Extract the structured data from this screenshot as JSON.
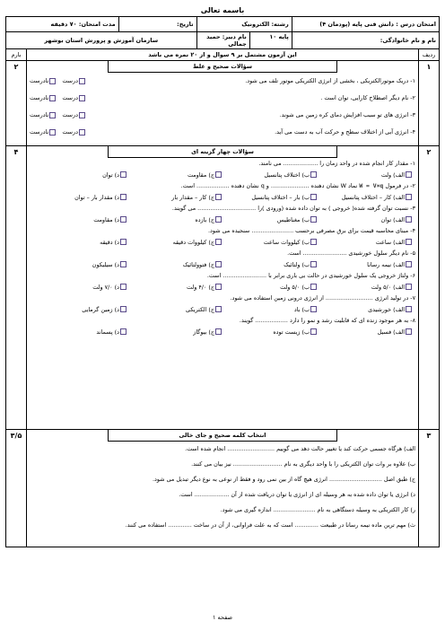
{
  "header": {
    "bismillah": "باسمه تعالی",
    "exam_title": "امتحان درس : دانش فنی پایه (پودمان ۴)",
    "field": "رشته: الکترونیک",
    "date": "تاریخ:",
    "duration": "مدت امتحان: ۷۰ دقیقه",
    "student_name": "نام و نام خانوادگی:",
    "grade": "پایه ۱۰",
    "teacher": "نام دبیر: حمید جمالی",
    "organization": "سازمان آموزش و پرورش استان بوشهر"
  },
  "instructions": {
    "row_label": "ردیف",
    "text": "این آزمون مشتمل بر ۹ سوال و از ۲۰ نمره می باشد",
    "score_label": "بارم"
  },
  "tf_labels": {
    "true": "درست",
    "false": "نادرست"
  },
  "section1": {
    "num": "۱",
    "score": "۲",
    "title": "سؤالات صحیح و غلط",
    "items": [
      "۱- دریک موتورالکتریکی ، بخشی از انرژی الکتریکی موتور تلف می شود.",
      "۲- نام دیگر اصطلاح کارایی، توان است .",
      "۳- انرژی های تو سبب افزایش دمای کره زمین می شوند.",
      "۴- انرژی آبی از اختلاف سطح و حرکت آب به دست می آید."
    ]
  },
  "section2": {
    "num": "۲",
    "score": "۴",
    "title": "سؤالات چهار گزینه ای",
    "items": [
      {
        "q": "۱- مقدار کار انجام شده در واحد زمان را ................... می نامند.",
        "opts": [
          "الف) ولت",
          "ب) اختلاف پتانسیل",
          "ج) مقاومت",
          "د) توان"
        ]
      },
      {
        "q": "۲- در فرمول",
        "formula": "W = V×q",
        "q2": "نماد W نشان دهنده ..................... و q نشان دهنده .................. است.",
        "opts": [
          "الف) کار – اختلاف پتانسیل",
          "ب) بار – اختلاف پتانسیل",
          "ج) کار – مقدار بار",
          "د) مقدار بار – توان"
        ]
      },
      {
        "q": "۳- نسبت توان گرفته شده( خروجی ) به توان داده شده (ورودی )را ................................ می گویند.",
        "opts": [
          "الف) توان",
          "ب) مغناطیس",
          "ج) بازده",
          "د) مقاومت"
        ]
      },
      {
        "q": "۴- مبنای محاسبه قیمت برای برق مصرفی برحسب ....................... سنجیده می شود.",
        "opts": [
          "الف) ساعت",
          "ب) کیلووات ساعت",
          "ج) کیلووات دقیقه",
          "د) دقیقه"
        ]
      },
      {
        "q": "۵- نام دیگر سلول خورشیدی ........................ است.",
        "opts": [
          "الف) نیمه رسانا",
          "ب) ولتائیک",
          "ج) فتوولتائیک",
          "د) سیلیکون"
        ]
      },
      {
        "q": "۶- ولتاژ خروجی یک سلول خورشیدی در حالت بی باری برابر با ........................ است.",
        "opts": [
          "الف) ۵/۰ ولت",
          "ب) ۵/۰ ولت",
          "ج) ۴/۰ ولت",
          "د) ۷/۰ ولت"
        ]
      },
      {
        "q": "۷- در تولید انرژی .......................... از انرژی درونی زمین استفاده می شود.",
        "opts": [
          "الف) خورشیدی",
          "ب) باد",
          "ج) الکتریکی",
          "د) زمین گرمایی"
        ]
      },
      {
        "q": "۸- به هر موجود زنده ای که قابلیت رشد و نمو را دارد .................. گویند.",
        "opts": [
          "الف) فسیل",
          "ب) زیست توده",
          "ج) بیوگاز",
          "د) پسماند"
        ]
      }
    ]
  },
  "section3": {
    "num": "۳",
    "score": "۳/۵",
    "title": "انتخاب کلمه صحیح و جای خالی",
    "items": [
      "الف) هرگاه جسمی حرکت کند یا تغییر حالت دهد می گوییم .......................... انجام شده است.",
      "ب) علاوه بر وات توان الکتریکی را با واحد دیگری به نام ........................... نیز بیان می کنند.",
      "ج) طبق اصل ............................. انرژی هیچ گاه از بین نمی رود و فقط از نوعی به نوع دیگر تبدیل می شود.",
      "د) انرژی یا توان داده شده به هر وسیله ای از انرژی یا توان دریافت شده از آن ................... است.",
      "ر) کار الکتریکی به وسیله دستگاهی به نام ....................... اندازه گیری می شود.",
      "ث) مهم ترین ماده نیمه رسانا در طبیعت ............. است که به علت فراوانی، از آن در ساخت ............. استفاده می کنند."
    ]
  },
  "footer": "صفحه ۱"
}
